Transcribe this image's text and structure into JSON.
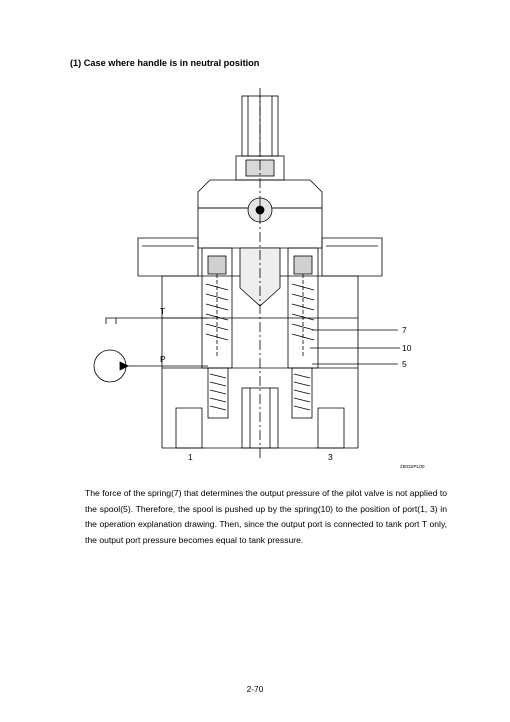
{
  "heading": "(1) Case where handle is in neutral position",
  "figure": {
    "labels": {
      "t": "T",
      "p": "P",
      "l7": "7",
      "l10": "10",
      "l5": "5",
      "l1": "1",
      "l3": "3",
      "code": "25032PL00"
    }
  },
  "paragraph": "The force of the spring(7) that determines the output pressure of the pilot valve is not applied to the spool(5).  Therefore, the spool is pushed up by the spring(10) to the position of port(1, 3) in the operation explanation drawing.  Then, since the output port is connected to tank port T only, the output port pressure becomes equal to tank pressure.",
  "page_number": "2-70"
}
